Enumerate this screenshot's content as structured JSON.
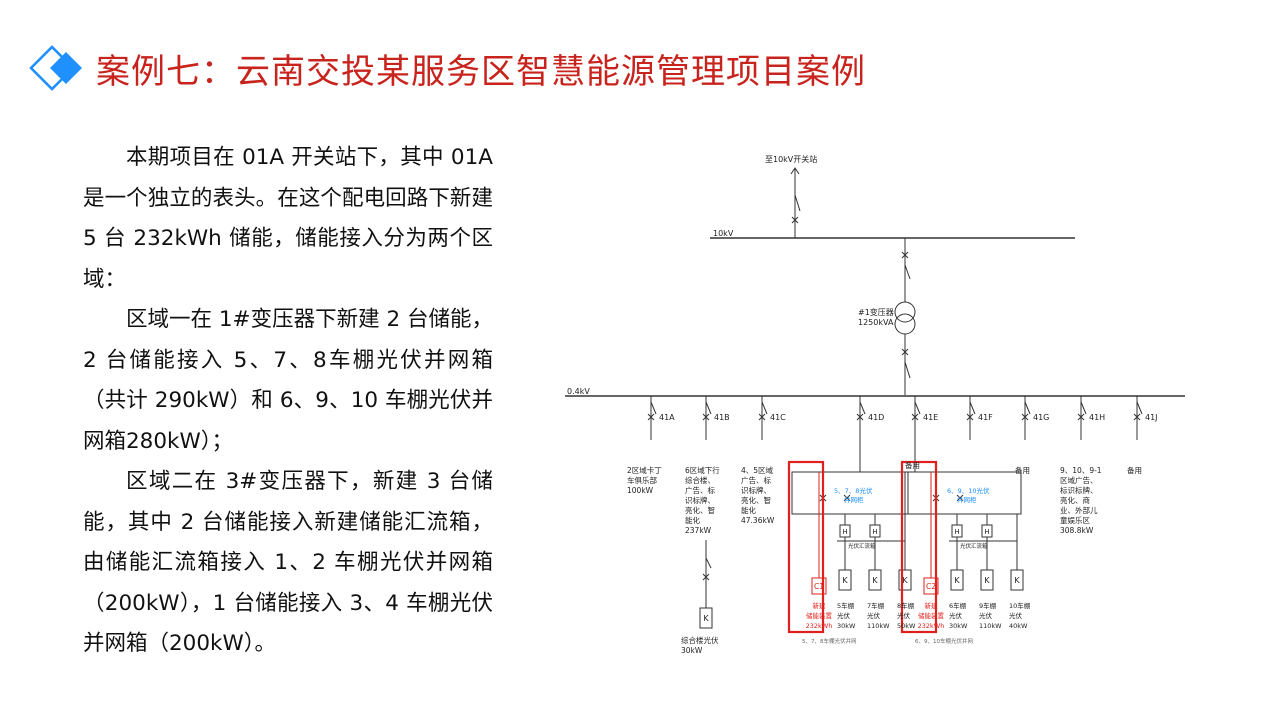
{
  "slide": {
    "title": "案例七：云南交投某服务区智慧能源管理项目案例",
    "paragraphs": [
      "本期项目在 01A 开关站下，其中 01A 是一个独立的表头。在这个配电回路下新建 5 台 232kWh 储能，储能接入分为两个区域：",
      "区域一在 1#变压器下新建 2 台储能，2 台储能接入 5、7、8车棚光伏并网箱（共计 290kW）和 6、9、10 车棚光伏并网箱280kW）；",
      "区域二在 3#变压器下，新建 3 台储能，其中 2 台储能接入新建储能汇流箱，由储能汇流箱接入 1、2 车棚光伏并网箱（200kW），1 台储能接入 3、4 车棚光伏并网箱（200kW）。"
    ]
  },
  "diagram": {
    "top_label": "至10kV开关站",
    "bus_10kv": "10kV",
    "transformer": [
      "#1变压器",
      "1250kVA"
    ],
    "bus_04kv": "0.4kV",
    "breakers": [
      "41A",
      "41B",
      "41C",
      "41D",
      "41E",
      "41F",
      "41G",
      "41H",
      "41J"
    ],
    "feeders": {
      "41A": [
        "2区域卡丁",
        "车俱乐部",
        "100kW"
      ],
      "41B": [
        "6区域下行",
        "综合楼、",
        "广告、标",
        "识标牌、",
        "亮化、智",
        "能化",
        "237kW"
      ],
      "41C": [
        "4、5区域",
        "广告、标",
        "识标牌、",
        "亮化、智",
        "能化",
        "47.36kW"
      ],
      "41G": [
        "备用"
      ],
      "41H": [
        "9、10、9-1",
        "区域广告、",
        "标识标牌、",
        "亮化、商",
        "业、外部儿",
        "童娱乐区",
        "308.8kW"
      ],
      "41J": [
        "备用"
      ]
    },
    "reserve_label": "备用",
    "pv_complex": [
      "综合楼光伏",
      "30kW"
    ],
    "k_label": "K",
    "h_label": "H",
    "group1": {
      "box_label": "5、7、8光伏",
      "box_label2": "并网柜",
      "combiner": "光伏汇流箱",
      "storage": "C1",
      "storage_text": [
        "新建",
        "储能装置",
        "232kWh"
      ],
      "pv": [
        [
          "5车棚",
          "光伏",
          "30kW"
        ],
        [
          "7车棚",
          "光伏",
          "110kW"
        ],
        [
          "8车棚",
          "光伏",
          "50kW"
        ]
      ],
      "note": "5、7、8车棚光伏并网"
    },
    "group2": {
      "box_label": "6、9、10光伏",
      "box_label2": "并网柜",
      "combiner": "光伏汇流箱",
      "storage": "C2",
      "storage_text": [
        "新建",
        "储能装置",
        "232kWh"
      ],
      "pv": [
        [
          "6车棚",
          "光伏",
          "30kW"
        ],
        [
          "9车棚",
          "光伏",
          "110kW"
        ],
        [
          "10车棚",
          "光伏",
          "40kW"
        ]
      ],
      "note": "6、9、10车棚光伏并网"
    }
  },
  "colors": {
    "title": "#c8231d",
    "highlight": "#e0201c",
    "accent_blue": "#1e90ff",
    "line": "#333333"
  }
}
